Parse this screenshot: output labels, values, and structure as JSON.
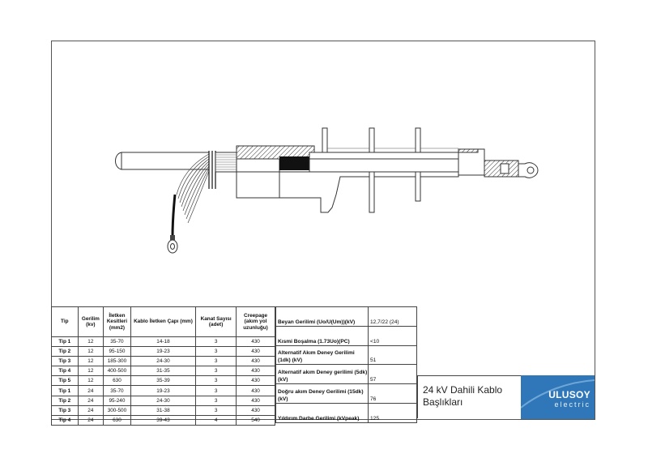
{
  "spec_table": {
    "headers": [
      "Tip",
      "Gerilim (kv)",
      "İletken Kesitleri (mm2)",
      "Kablo İletken Çapı (mm)",
      "Kanat Sayısı (adet)",
      "Creepage (akım yol uzunluğu)"
    ],
    "rows": [
      [
        "Tip 1",
        "12",
        "35-70",
        "14-18",
        "3",
        "430"
      ],
      [
        "Tip 2",
        "12",
        "95-150",
        "19-23",
        "3",
        "430"
      ],
      [
        "Tip 3",
        "12",
        "185-300",
        "24-30",
        "3",
        "430"
      ],
      [
        "Tip 4",
        "12",
        "400-500",
        "31-35",
        "3",
        "430"
      ],
      [
        "Tip 5",
        "12",
        "630",
        "35-39",
        "3",
        "430"
      ],
      [
        "Tip 1",
        "24",
        "35-70",
        "19-23",
        "3",
        "430"
      ],
      [
        "Tip 2",
        "24",
        "95-240",
        "24-30",
        "3",
        "430"
      ],
      [
        "Tip 3",
        "24",
        "300-500",
        "31-38",
        "3",
        "430"
      ],
      [
        "Tip 4",
        "24",
        "630",
        "39-43",
        "4",
        "540"
      ]
    ]
  },
  "test_table": {
    "rows": [
      {
        "name": "Beyan Gerilimi (Uo/U(Um))(kV)",
        "value": "12,7/22 (24)"
      },
      {
        "name": "Kısmi Boşalma (1.73Uo)(PC)",
        "value": "<10"
      },
      {
        "name": "Alternatif Akım Deney Gerilimi (1dk) (kV)",
        "value": "51"
      },
      {
        "name": "Alternatif akım Deney gerilimi (5dk) (kV)",
        "value": "57"
      },
      {
        "name": "Doğru akım Deney Gerilimi (15dk) (kV)",
        "value": "76"
      },
      {
        "name": "Yıldırım Darbe Gerilimi (kVpeak)",
        "value": "125"
      }
    ]
  },
  "title_block": {
    "title": "24 kV Dahili Kablo Başlıkları",
    "brand": "ULUSOY",
    "brand_sub": "electric"
  },
  "colors": {
    "logo_bg": "#2f77b8"
  }
}
